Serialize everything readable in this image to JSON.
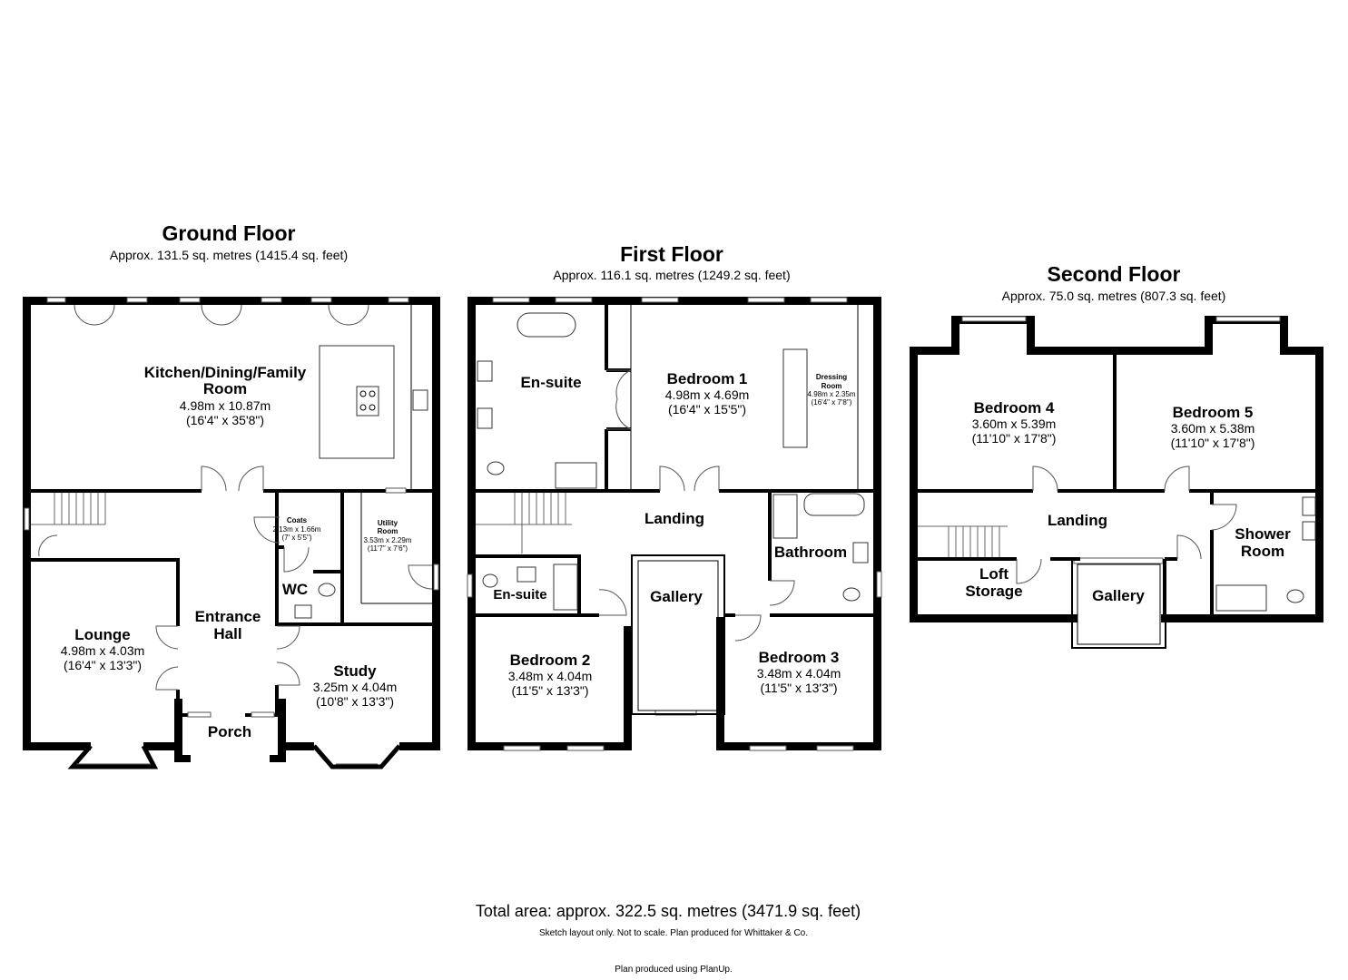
{
  "floors": {
    "ground": {
      "title": "Ground Floor",
      "area": "Approx. 131.5 sq. metres (1415.4 sq. feet)",
      "rooms": {
        "kitchen": {
          "name1": "Kitchen/Dining/Family",
          "name2": "Room",
          "metric": "4.98m x 10.87m",
          "imperial": "(16'4\" x 35'8\")"
        },
        "coats": {
          "name": "Coats",
          "metric": "2.13m x 1.66m",
          "imperial": "(7' x 5'5\")"
        },
        "utility": {
          "name1": "Utility",
          "name2": "Room",
          "metric": "3.53m x 2.29m",
          "imperial": "(11'7\" x 7'6\")"
        },
        "wc": {
          "name": "WC"
        },
        "entrance": {
          "name1": "Entrance",
          "name2": "Hall"
        },
        "lounge": {
          "name": "Lounge",
          "metric": "4.98m x 4.03m",
          "imperial": "(16'4\" x 13'3\")"
        },
        "study": {
          "name": "Study",
          "metric": "3.25m x 4.04m",
          "imperial": "(10'8\" x 13'3\")"
        },
        "porch": {
          "name": "Porch"
        }
      }
    },
    "first": {
      "title": "First Floor",
      "area": "Approx. 116.1 sq. metres (1249.2 sq. feet)",
      "rooms": {
        "ensuite1": {
          "name": "En-suite"
        },
        "bedroom1": {
          "name": "Bedroom 1",
          "metric": "4.98m x 4.69m",
          "imperial": "(16'4\" x 15'5\")"
        },
        "dressing": {
          "name1": "Dressing",
          "name2": "Room",
          "metric": "4.98m x 2.35m",
          "imperial": "(16'4\" x 7'8\")"
        },
        "landing": {
          "name": "Landing"
        },
        "bathroom": {
          "name": "Bathroom"
        },
        "ensuite2": {
          "name": "En-suite"
        },
        "gallery": {
          "name": "Gallery"
        },
        "bedroom2": {
          "name": "Bedroom 2",
          "metric": "3.48m x 4.04m",
          "imperial": "(11'5\" x 13'3\")"
        },
        "bedroom3": {
          "name": "Bedroom 3",
          "metric": "3.48m x 4.04m",
          "imperial": "(11'5\" x 13'3\")"
        }
      }
    },
    "second": {
      "title": "Second Floor",
      "area": "Approx. 75.0 sq. metres (807.3 sq. feet)",
      "rooms": {
        "bedroom4": {
          "name": "Bedroom 4",
          "metric": "3.60m x 5.39m",
          "imperial": "(11'10\" x 17'8\")"
        },
        "bedroom5": {
          "name": "Bedroom 5",
          "metric": "3.60m x 5.38m",
          "imperial": "(11'10\" x 17'8\")"
        },
        "landing": {
          "name": "Landing"
        },
        "shower": {
          "name1": "Shower",
          "name2": "Room"
        },
        "loft": {
          "name1": "Loft",
          "name2": "Storage"
        },
        "gallery": {
          "name": "Gallery"
        }
      }
    }
  },
  "footer": {
    "total": "Total area: approx. 322.5 sq. metres (3471.9 sq. feet)",
    "note": "Sketch layout only. Not to scale. Plan produced for Whittaker & Co.",
    "credit": "Plan produced using PlanUp."
  }
}
